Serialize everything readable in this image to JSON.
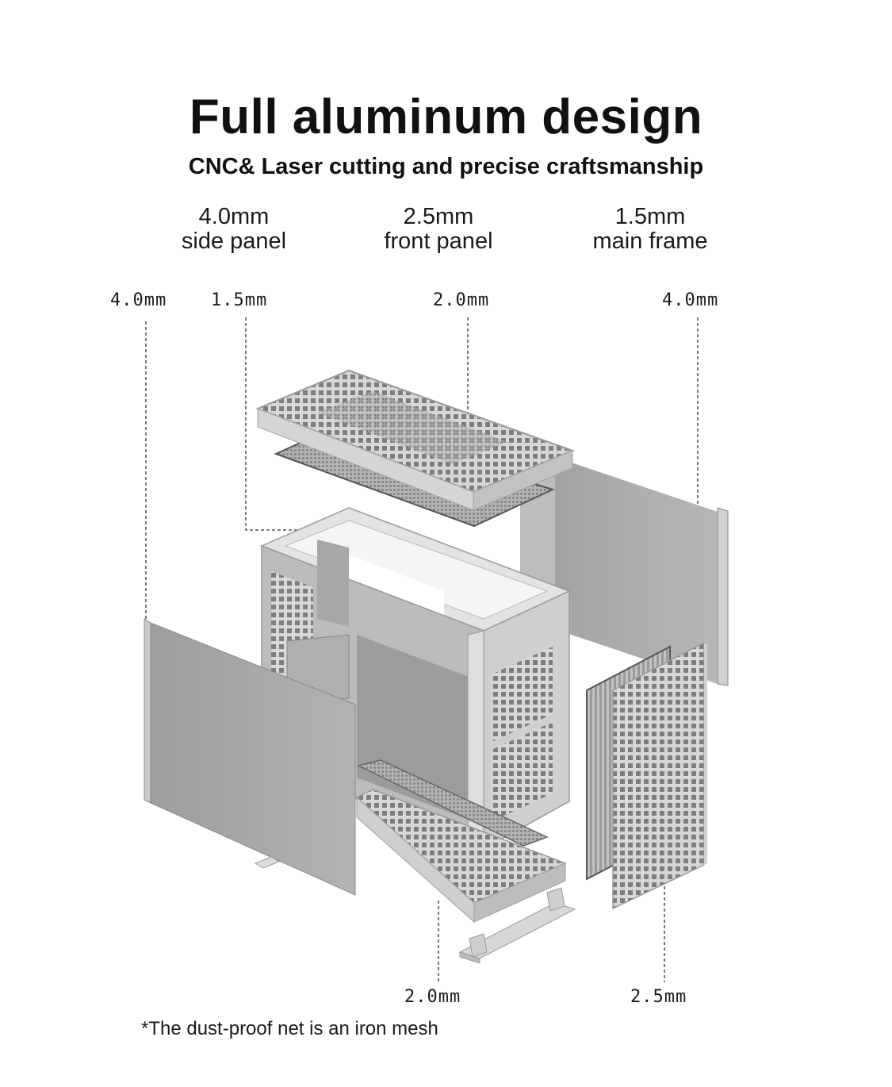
{
  "header": {
    "title": "Full aluminum design",
    "subtitle": "CNC& Laser cutting and precise craftsmanship"
  },
  "specs": [
    {
      "thickness": "4.0mm",
      "part": "side panel"
    },
    {
      "thickness": "2.5mm",
      "part": "front panel"
    },
    {
      "thickness": "1.5mm",
      "part": "main frame"
    }
  ],
  "callouts": {
    "left_side_panel": "4.0mm",
    "main_frame": "1.5mm",
    "top_panel": "2.0mm",
    "right_side_panel": "4.0mm",
    "bottom_panel": "2.0mm",
    "front_panel": "2.5mm"
  },
  "footnote": "*The dust-proof net is an iron mesh",
  "colors": {
    "panel": "#a9a9a9",
    "panel_dark": "#8e8e8e",
    "frame": "#c9c9c9",
    "leader_line": "#333333"
  }
}
